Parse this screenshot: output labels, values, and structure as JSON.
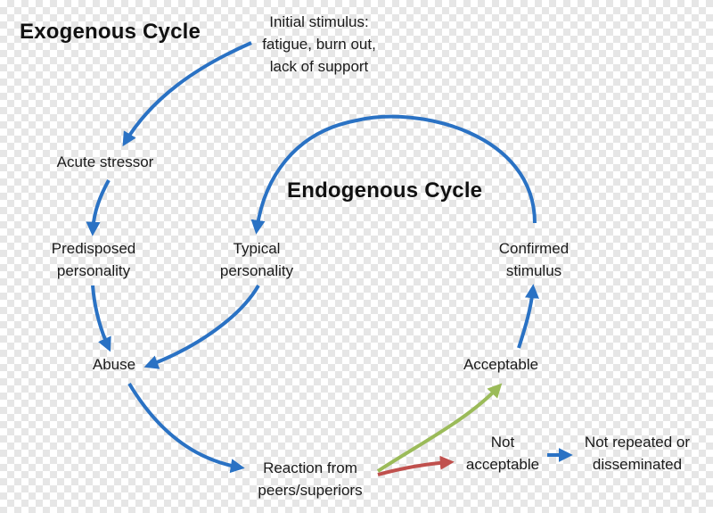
{
  "titles": {
    "exogenous": "Exogenous Cycle",
    "endogenous": "Endogenous Cycle"
  },
  "nodes": {
    "initial_stimulus": [
      "Initial stimulus:",
      "fatigue, burn out,",
      "lack of support"
    ],
    "acute_stressor": [
      "Acute stressor"
    ],
    "predisposed_personality": [
      "Predisposed",
      "personality"
    ],
    "typical_personality": [
      "Typical",
      "personality"
    ],
    "abuse": [
      "Abuse"
    ],
    "reaction": [
      "Reaction from",
      "peers/superiors"
    ],
    "acceptable": [
      "Acceptable"
    ],
    "not_acceptable": [
      "Not",
      "acceptable"
    ],
    "confirmed_stimulus": [
      "Confirmed",
      "stimulus"
    ],
    "not_repeated": [
      "Not repeated or",
      "disseminated"
    ]
  },
  "colors": {
    "blue_arrow": "#2a72c4",
    "green_arrow": "#9bbb59",
    "red_arrow": "#c0504d",
    "text": "#1a1a1a"
  }
}
